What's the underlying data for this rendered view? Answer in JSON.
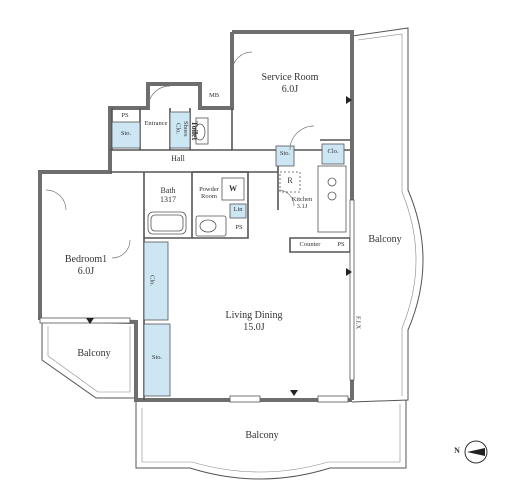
{
  "rooms": {
    "service_room": {
      "name": "Service Room",
      "size": "6.0J"
    },
    "mb": "MB",
    "ps_top": "PS",
    "sto_entrance": "Sto.",
    "entrance": "Entrance",
    "shoes_clo": "Shoes\nClo.",
    "toilet": "Toilet",
    "hall": "Hall",
    "bath": {
      "name": "Bath",
      "size": "1317"
    },
    "powder_room": "Powder\nRoom",
    "w": "W",
    "lin": "Lin",
    "ps_powder": "PS",
    "sto_kitchen": "Sto.",
    "clo_kitchen": "Clo.",
    "r": "R",
    "kitchen": {
      "name": "Kitchen",
      "size": "3.1J"
    },
    "counter": "Counter",
    "ps_counter": "PS",
    "bedroom": {
      "name": "Bedroom1",
      "size": "6.0J"
    },
    "clo_bedroom": "Clo.",
    "sto_living": "Sto.",
    "living_dining": {
      "name": "Living Dining",
      "size": "15.0J"
    },
    "balcony_right": "Balcony",
    "balcony_left": "Balcony",
    "balcony_bottom": "Balcony",
    "fix": "F.I.X"
  },
  "compass": {
    "label": "N"
  },
  "colors": {
    "wall": "#6e6e6e",
    "storage": "#cde6f3",
    "line": "#555555"
  }
}
